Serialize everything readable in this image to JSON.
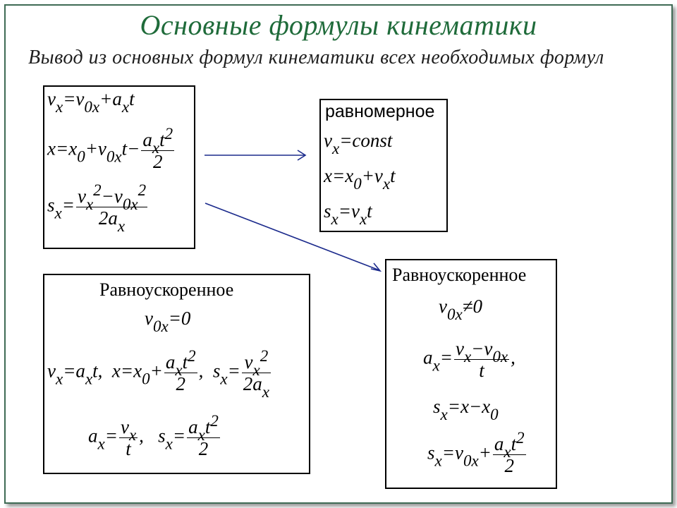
{
  "title": "Основные формулы кинематики",
  "subtitle": "Вывод из основных формул кинематики всех необходимых формул",
  "general_box": {
    "f1": "v_x = v_0x + a_x t",
    "f2": "x = x_0 + v_0x t − a_x t^2 / 2",
    "f3": "s_x = (v_x^2 − v_0x^2) / (2 a_x)"
  },
  "uniform_box": {
    "heading": "равномерное",
    "f1": "v_x = const",
    "f2": "x = x_0 + v_x t",
    "f3": "s_x = v_x t"
  },
  "accel_box_left": {
    "heading": "Равноускоренное",
    "f1": "v_0x = 0",
    "f2": "v_x = a_x t, x = x_0 + a_x t^2 / 2, s_x = v_x^2 / (2 a_x)",
    "f3": "a_x = v_x / t, s_x = a_x t^2 / 2"
  },
  "accel_box_right": {
    "heading": "Равноускоренное",
    "f1": "v_0x ≠ 0",
    "f2": "a_x = (v_x − v_0x) / t,",
    "f3": "s_x = x − x_0",
    "f4": "s_x = v_0x + a_x t^2 / 2"
  },
  "colors": {
    "title": "#1f6b3a",
    "frame": "#3f6b55",
    "arrow": "#1b2a8c"
  }
}
